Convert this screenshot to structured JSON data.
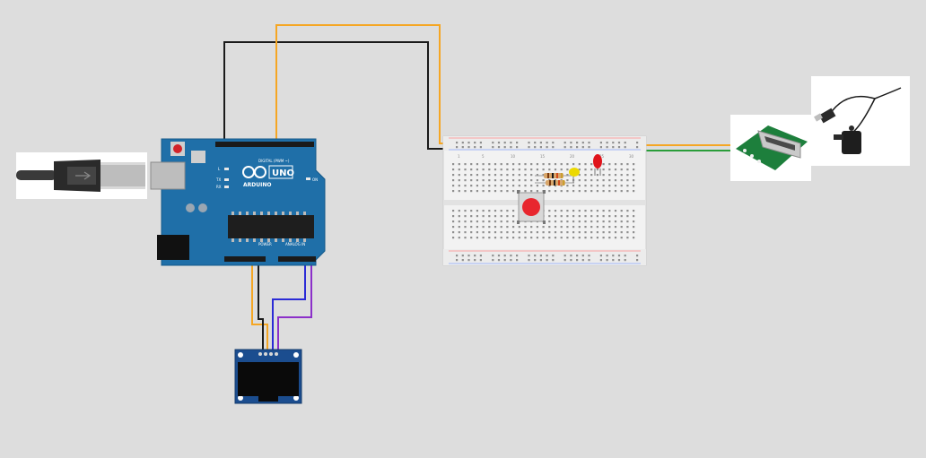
{
  "board": {
    "brand": "ARDUINO",
    "model": "UNO",
    "digital_label": "DIGITAL (PWM ~)",
    "power_label": "POWER",
    "analog_label": "ANALOG IN",
    "on_label": "ON",
    "tx_label": "TX",
    "rx_label": "RX",
    "l_label": "L"
  },
  "breadboard": {
    "column_numbers": [
      "1",
      "5",
      "10",
      "15",
      "20",
      "25",
      "30"
    ]
  },
  "wires": {
    "black": "#1a1a1a",
    "orange": "#f5a623",
    "blue": "#2b2bd6",
    "purple": "#8b2fc9",
    "red": "#e02020",
    "yellow": "#f2e000",
    "green": "#2a9d3a"
  },
  "colors": {
    "arduino_blue": "#1f6fa8",
    "button_red": "#e8262e",
    "led_red": "#e0141b",
    "led_yellow": "#ecd900",
    "pcb_green": "#1d7f3c",
    "oled_blue": "#1b4d8f"
  }
}
